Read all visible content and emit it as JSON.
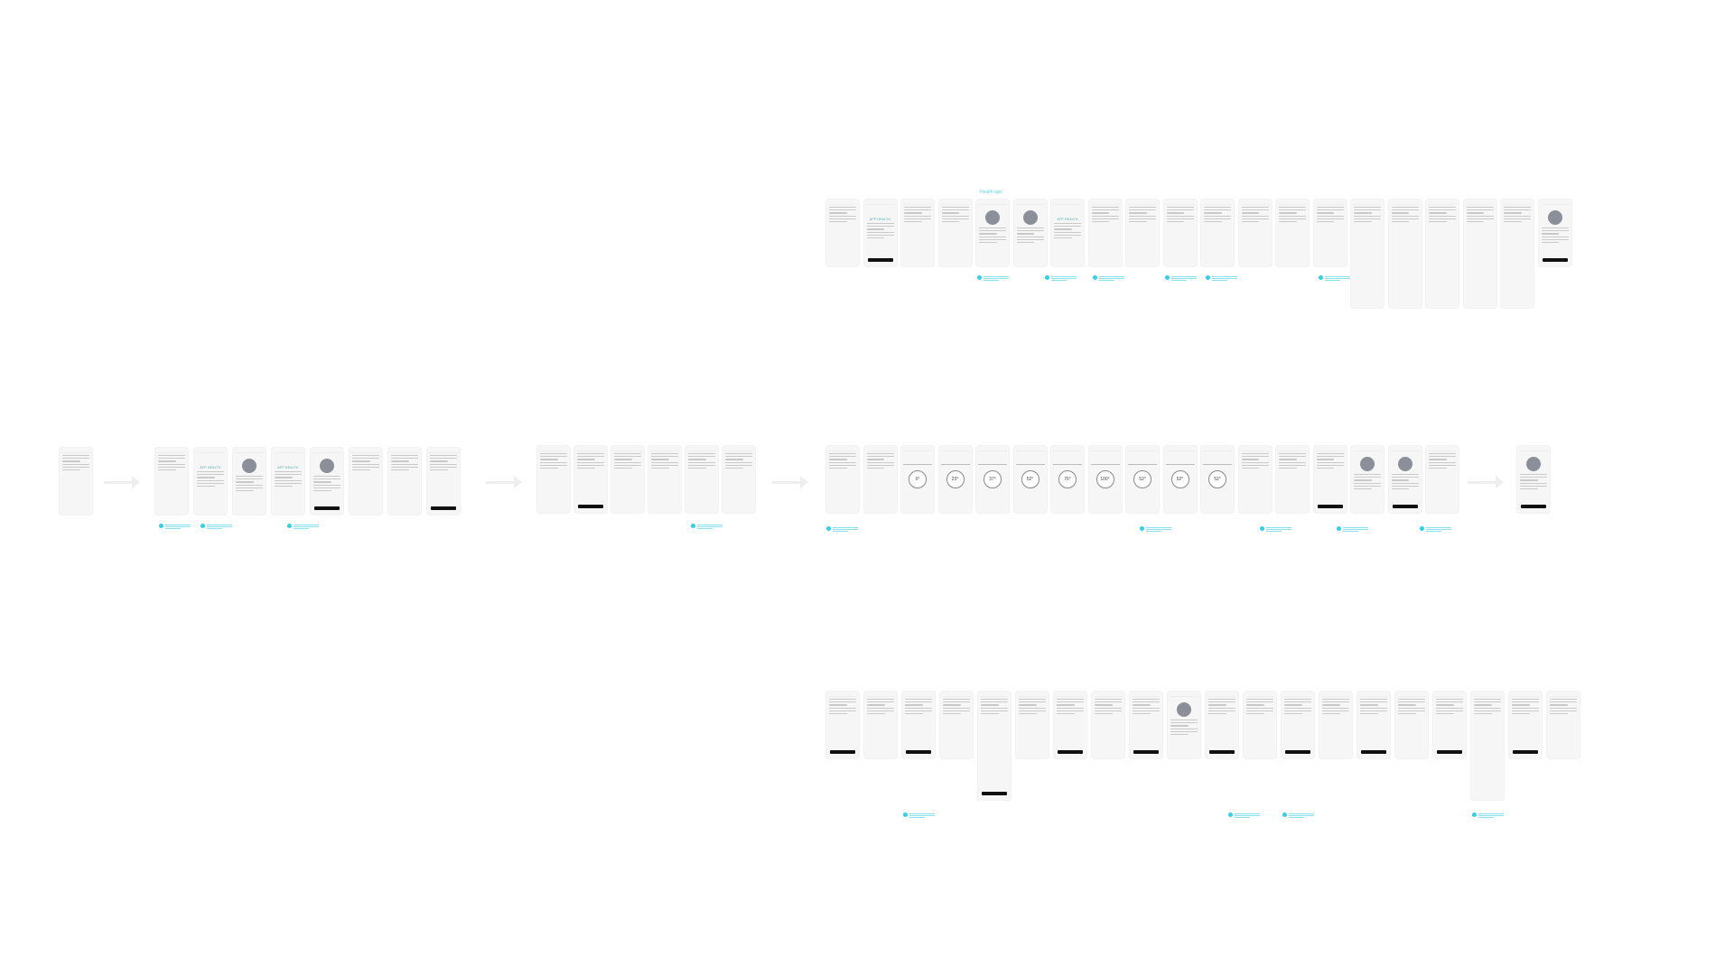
{
  "canvas": {
    "section_title": "Health app",
    "brand_logo": "AFP HEALTH",
    "accent_color": "#2fd0e8",
    "flows": {
      "health_app": {
        "screen_count": 20
      },
      "onboarding_messages": {
        "screen_count": 1
      },
      "onboarding_intro": {
        "screen_count": 8
      },
      "questionnaire": {
        "screen_count": 6
      },
      "measurement": {
        "dial_readings": [
          "0°",
          "23°",
          "37°",
          "52°",
          "76°",
          "100°",
          "52°",
          "52°",
          "52°"
        ],
        "screen_count": 17
      },
      "summary": {
        "screen_count": 1
      },
      "exercise_guide": {
        "screen_count": 20
      }
    }
  }
}
